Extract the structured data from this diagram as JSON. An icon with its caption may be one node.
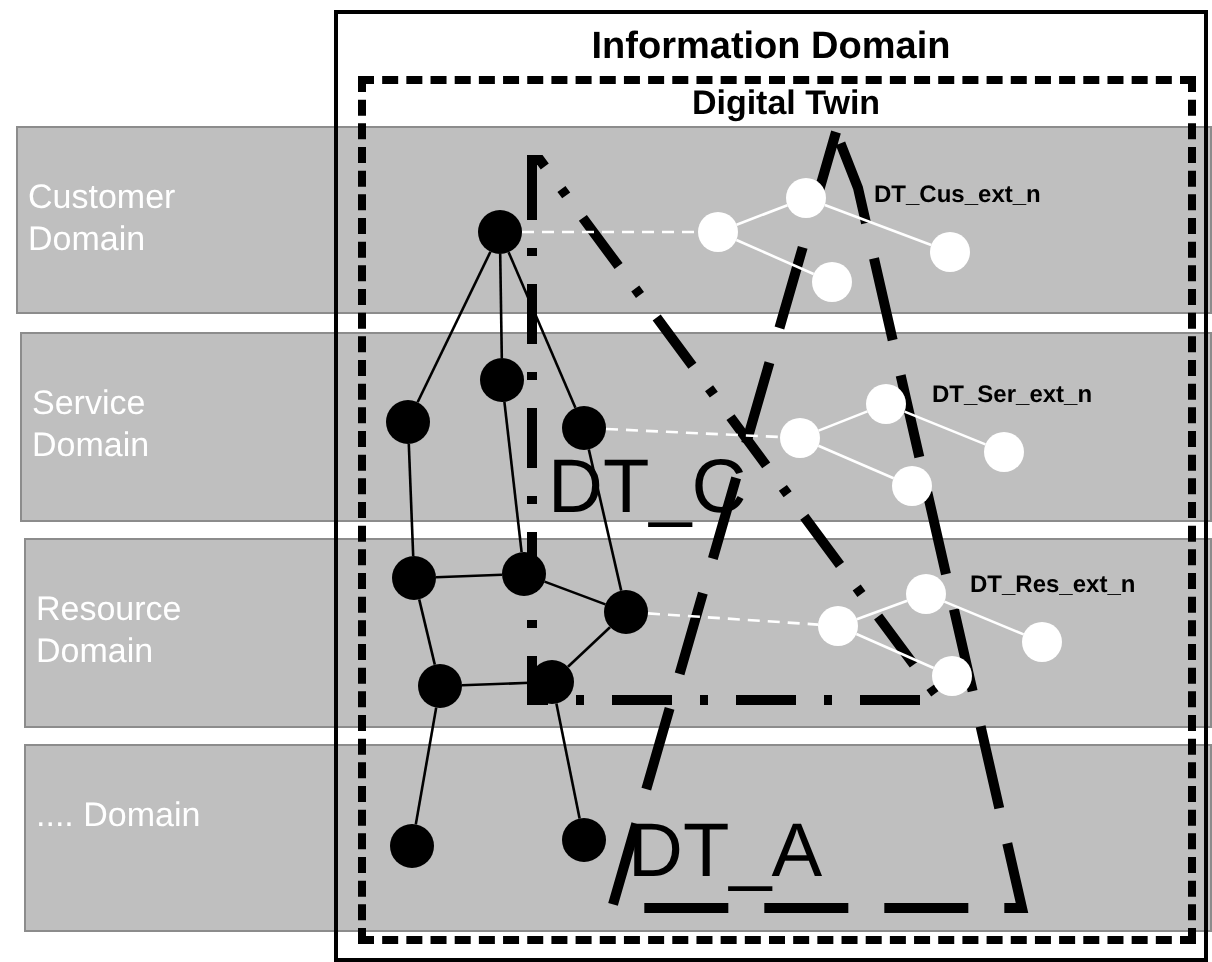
{
  "diagram": {
    "nodes": [
      {
        "text": [
          "Information Domain"
        ]
      },
      {
        "text": [
          "Digital Twin"
        ],
        "in": 0
      },
      {
        "text": [
          "Customer Domain"
        ]
      },
      {
        "text": [
          "Service Domain"
        ]
      },
      {
        "text": [
          "Resource Domain"
        ]
      },
      {
        "text": [
          ".... Domain"
        ]
      },
      {
        "text": [
          "DT_C"
        ],
        "in": 1
      },
      {
        "text": [
          "DT_A"
        ],
        "in": 1
      },
      {
        "text": [],
        "shape": "circle",
        "in": 1
      },
      {
        "text": [],
        "shape": "circle",
        "in": 1
      },
      {
        "text": [],
        "shape": "circle",
        "in": 1
      },
      {
        "text": [],
        "shape": "circle",
        "in": 1
      },
      {
        "text": [],
        "shape": "circle",
        "in": 1
      },
      {
        "text": [],
        "shape": "circle",
        "in": 1
      },
      {
        "text": [],
        "shape": "circle",
        "in": 1
      },
      {
        "text": [],
        "shape": "circle",
        "in": 1
      },
      {
        "text": [],
        "shape": "circle",
        "in": 1
      },
      {
        "text": [],
        "shape": "circle",
        "in": 1
      },
      {
        "text": [],
        "shape": "circle",
        "in": 1
      },
      {
        "text": [],
        "shape": "circle",
        "in": 1
      },
      {
        "text": [],
        "shape": "circle",
        "in": 1
      },
      {
        "text": [],
        "shape": "circle",
        "in": 1
      },
      {
        "text": [],
        "shape": "circle",
        "in": 1
      },
      {
        "text": [],
        "shape": "circle",
        "in": 1
      },
      {
        "text": [],
        "shape": "circle",
        "in": 1
      },
      {
        "text": [],
        "shape": "circle",
        "in": 1
      },
      {
        "text": [],
        "shape": "circle",
        "in": 1
      },
      {
        "text": [],
        "shape": "circle",
        "in": 1
      },
      {
        "text": [],
        "shape": "circle",
        "in": 1
      },
      {
        "text": [],
        "shape": "circle",
        "in": 1
      },
      {
        "text": [],
        "shape": "circle",
        "in": 1
      }
    ],
    "edges": [
      {
        "from": 8,
        "to": 9,
        "arrow": "none"
      },
      {
        "from": 8,
        "to": 10,
        "arrow": "none"
      },
      {
        "from": 8,
        "to": 11,
        "arrow": "none"
      },
      {
        "from": 9,
        "to": 12,
        "arrow": "none"
      },
      {
        "from": 10,
        "to": 13,
        "arrow": "none"
      },
      {
        "from": 11,
        "to": 14,
        "arrow": "none"
      },
      {
        "from": 12,
        "to": 13,
        "arrow": "none"
      },
      {
        "from": 13,
        "to": 14,
        "arrow": "none"
      },
      {
        "from": 12,
        "to": 15,
        "arrow": "none"
      },
      {
        "from": 14,
        "to": 16,
        "arrow": "none"
      },
      {
        "from": 15,
        "to": 16,
        "arrow": "none"
      },
      {
        "from": 15,
        "to": 17,
        "arrow": "none"
      },
      {
        "from": 16,
        "to": 18,
        "arrow": "none"
      },
      {
        "from": 8,
        "to": 19,
        "arrow": "none",
        "style": "dashed",
        "color": "#ffffff"
      },
      {
        "from": 19,
        "to": 20,
        "arrow": "none",
        "color": "#ffffff"
      },
      {
        "from": 19,
        "to": 21,
        "arrow": "none",
        "color": "#ffffff"
      },
      {
        "from": 20,
        "to": 22,
        "arrow": "none",
        "color": "#ffffff"
      },
      {
        "from": 11,
        "to": 23,
        "arrow": "none",
        "style": "dashed",
        "color": "#ffffff"
      },
      {
        "from": 23,
        "to": 24,
        "arrow": "none",
        "color": "#ffffff"
      },
      {
        "from": 23,
        "to": 25,
        "arrow": "none",
        "color": "#ffffff"
      },
      {
        "from": 24,
        "to": 26,
        "arrow": "none",
        "color": "#ffffff"
      },
      {
        "from": 14,
        "to": 27,
        "arrow": "none",
        "style": "dashed",
        "color": "#ffffff"
      },
      {
        "from": 27,
        "to": 28,
        "arrow": "none",
        "color": "#ffffff"
      },
      {
        "from": 27,
        "to": 29,
        "arrow": "none",
        "color": "#ffffff"
      },
      {
        "from": 28,
        "to": 30,
        "arrow": "none",
        "color": "#ffffff"
      }
    ],
    "labels": [
      "DT_Cus_ext_n",
      "DT_Ser_ext_n",
      "DT_Res_ext_n"
    ]
  }
}
